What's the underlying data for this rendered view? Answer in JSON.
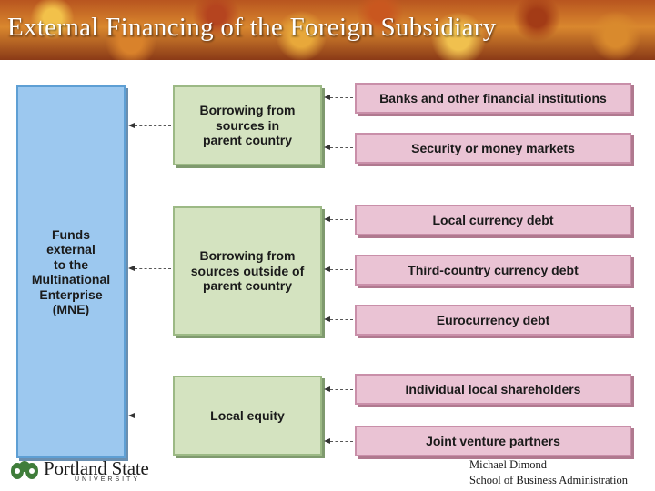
{
  "slide": {
    "title": "External Financing of the Foreign Subsidiary"
  },
  "diagram": {
    "mne": "Funds\nexternal\nto the\nMultinational\nEnterprise\n(MNE)",
    "groups": [
      {
        "label": "Borrowing from\nsources in\nparent country",
        "sources": [
          "Banks and other financial institutions",
          "Security or money markets"
        ]
      },
      {
        "label": "Borrowing from\nsources outside of\nparent country",
        "sources": [
          "Local currency debt",
          "Third-country currency debt",
          "Eurocurrency debt"
        ]
      },
      {
        "label": "Local equity",
        "sources": [
          "Individual local shareholders",
          "Joint venture partners"
        ]
      }
    ]
  },
  "footer": {
    "logo_name": "Portland State",
    "logo_sub": "UNIVERSITY",
    "author": "Michael Dimond",
    "school": "School of Business Administration"
  },
  "colors": {
    "mne_fill": "#9cc8ef",
    "group_fill": "#d4e3c0",
    "source_fill": "#eac3d4",
    "logo_green": "#3f7d3a"
  },
  "icons": [
    "dashed-arrow-left-icon",
    "portland-state-logo-icon"
  ]
}
